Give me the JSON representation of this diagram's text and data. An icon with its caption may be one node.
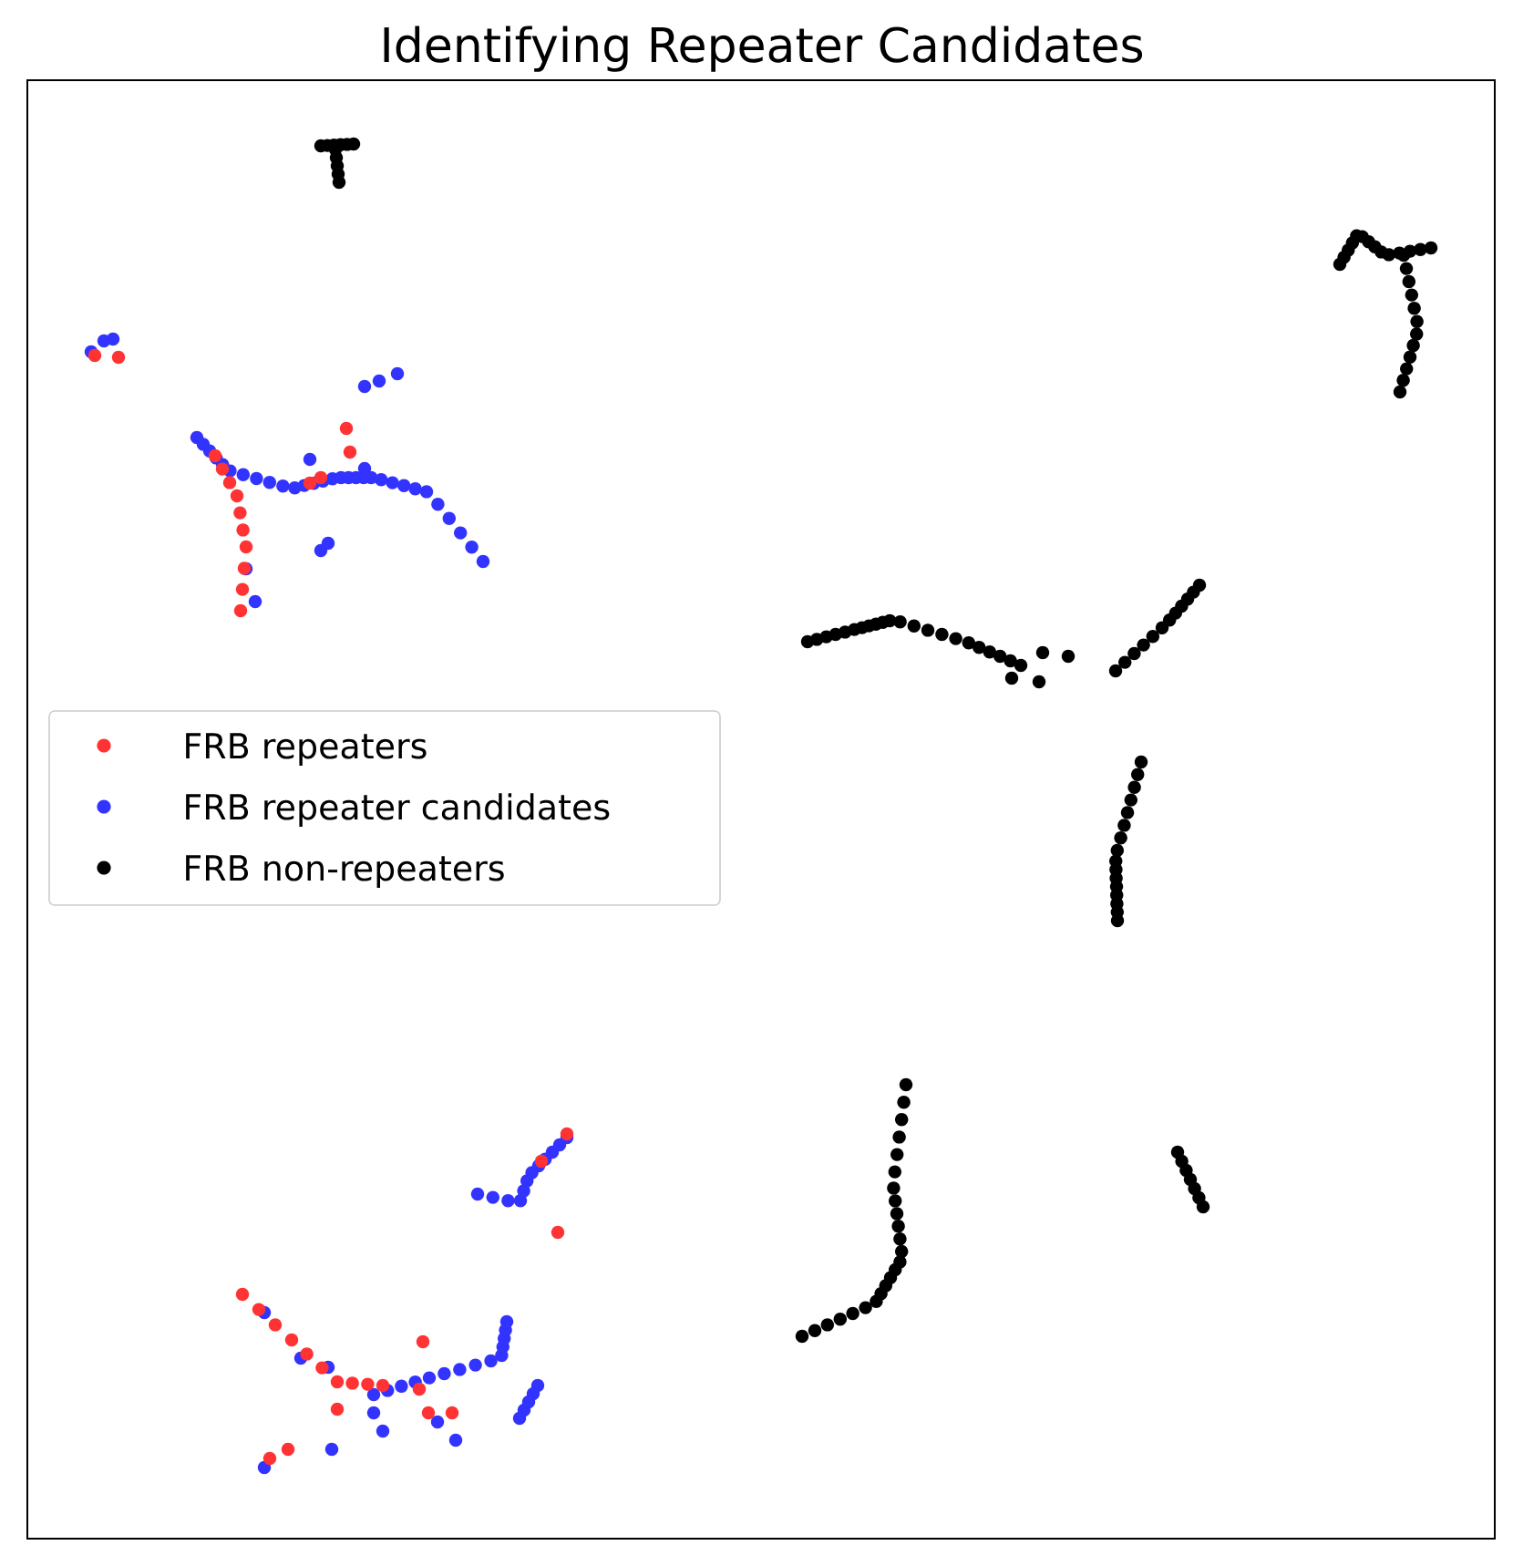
{
  "diagram": {
    "title": "Identifying Repeater Candidates",
    "legend": [
      {
        "text": "FRB repeaters",
        "color": "#ff3333"
      },
      {
        "text": "FRB repeater candidates",
        "color": "#3333ff"
      },
      {
        "text": "FRB non-repeaters",
        "color": "#000000"
      }
    ]
  }
}
